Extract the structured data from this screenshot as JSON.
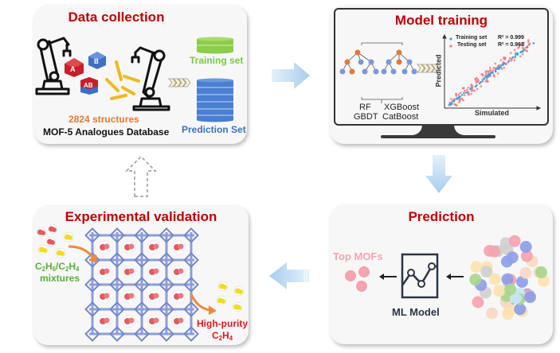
{
  "panels": {
    "data_collection": {
      "title": "Data collection",
      "count_label": "2824 structures",
      "database_label": "MOF-5 Analogues Database",
      "cubes": [
        "A",
        "B",
        "AB"
      ],
      "training_set_label": "Training set",
      "prediction_set_label": "Prediction Set"
    },
    "model_training": {
      "title": "Model training",
      "models_left": [
        "RF",
        "GBDT"
      ],
      "models_right": [
        "XGBoost",
        "CatBoost"
      ],
      "plot": {
        "xlabel": "Simulated",
        "ylabel": "Predicted",
        "legend": [
          {
            "name": "Training set",
            "r2_label": "R² = 0.999",
            "color": "#3fa2e0"
          },
          {
            "name": "Testing set",
            "r2_label": "R² = 0.968",
            "color": "#f07a80"
          }
        ]
      }
    },
    "prediction": {
      "title": "Prediction",
      "top_label": "Top MOFs",
      "model_label": "ML Model"
    },
    "experimental_validation": {
      "title": "Experimental validation",
      "input_formula": {
        "c1": "C",
        "s1": "2",
        "h1": "H",
        "s2": "6",
        "sep": "/C",
        "s3": "2",
        "h2": "H",
        "s4": "4"
      },
      "input_label": "mixtures",
      "output_label": "High-purity",
      "output_formula": {
        "c": "C",
        "s1": "2",
        "h": "H",
        "s2": "4"
      }
    }
  },
  "colors": {
    "title_red": "#c00000",
    "count_orange": "#e07b39",
    "training_green": "#7ac943",
    "prediction_blue": "#3a6fc4",
    "arrow_blue": "#bcd8f2",
    "top_mofs_pink": "#f4a6b0",
    "mixture_green": "#5aae3c",
    "purity_red": "#e8161d"
  }
}
